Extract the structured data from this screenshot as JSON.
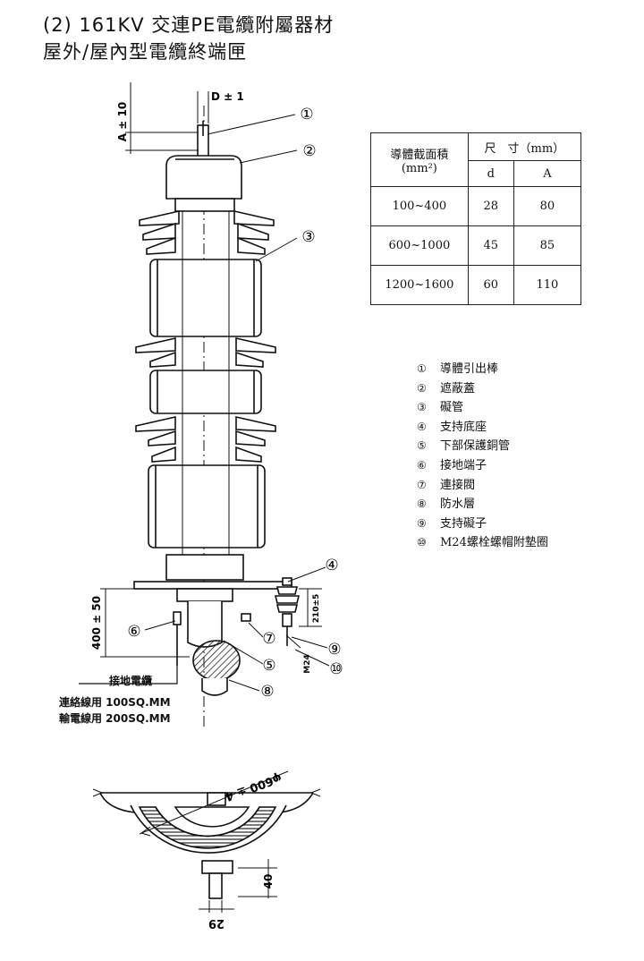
{
  "title_line1": "(2) 161KV 交連PE電纜附屬器材",
  "title_line2": "屋外/屋內型電纜終端匣",
  "dimensions": {
    "a_tolerance": "A ± 10",
    "d_tolerance": "D ± 1",
    "h_400": "400 ± 50",
    "h_210": "210±5",
    "m24": "M24",
    "dia_600": "φ600 ± 4",
    "w_40": "40",
    "w_29": "29"
  },
  "callouts": [
    "①",
    "②",
    "③",
    "④",
    "⑤",
    "⑥",
    "⑦",
    "⑧",
    "⑨",
    "⑩"
  ],
  "table": {
    "header_col1_line1": "導體截面積",
    "header_col1_line2": "(mm²)",
    "header_col2": "尺　寸（mm）",
    "sub_d": "d",
    "sub_a": "A",
    "rows": [
      {
        "section": "100~400",
        "d": "28",
        "a": "80"
      },
      {
        "section": "600~1000",
        "d": "45",
        "a": "85"
      },
      {
        "section": "1200~1600",
        "d": "60",
        "a": "110"
      }
    ]
  },
  "legend": [
    {
      "num": "①",
      "text": "導體引出棒"
    },
    {
      "num": "②",
      "text": "遮蔽蓋"
    },
    {
      "num": "③",
      "text": "礙管"
    },
    {
      "num": "④",
      "text": "支持底座"
    },
    {
      "num": "⑤",
      "text": "下部保護銅管"
    },
    {
      "num": "⑥",
      "text": "接地端子"
    },
    {
      "num": "⑦",
      "text": "連接閥"
    },
    {
      "num": "⑧",
      "text": "防水層"
    },
    {
      "num": "⑨",
      "text": "支持礙子"
    },
    {
      "num": "⑩",
      "text": "M24螺栓螺帽附墊圈"
    }
  ],
  "grounding": {
    "title": "接地電纜",
    "line1": "連絡線用 100SQ.MM",
    "line2": "輸電線用 200SQ.MM"
  }
}
